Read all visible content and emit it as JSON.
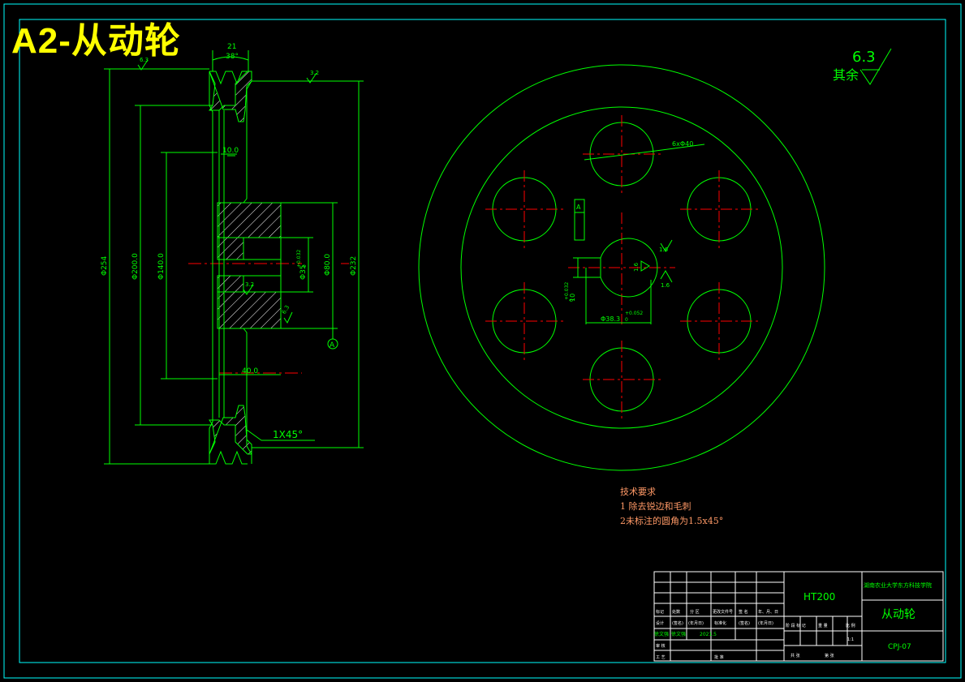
{
  "sheet": {
    "title": "A2-从动轮"
  },
  "side_view": {
    "top_roughness": "6.3",
    "flange_roughness": "3.2",
    "bore_roughness": "3.2",
    "hub_roughness": "6.3",
    "groove_width": "21",
    "groove_angle": "38°",
    "dim_groove_depth": "10.0",
    "dim_hub_length": "40.0",
    "dim_outer": "Φ254",
    "dim_groove_bottom": "Φ200.0",
    "dim_web": "Φ140.0",
    "dim_bore": "Φ35",
    "bore_tol": "+0.032",
    "bore_tol_low": "0",
    "dim_hub": "Φ80.0",
    "dim_pitch": "Φ232",
    "chamfer": "1X45°",
    "datum": "A"
  },
  "front_view": {
    "holes_callout": "6xΦ40",
    "datum_frame": "A",
    "keyway_width": "10",
    "keyway_tol": "+0.032",
    "keyway_tol_low": "0",
    "keyway_depth": "Φ38.3",
    "keyway_depth_tol": "+0.052",
    "keyway_depth_tol_low": "0",
    "roughness_1": "1.6",
    "roughness_2": "1.6",
    "roughness_3": "1.6"
  },
  "general_roughness": {
    "label": "其余",
    "value": "6.3"
  },
  "notes": {
    "heading": "技术要求",
    "line1": "1 除去锐边和毛刺",
    "line2": "2未标注的圆角为1.5x45°"
  },
  "title_block": {
    "material": "HT200",
    "school": "湖南农业大学东方科技学院",
    "part_name": "从动轮",
    "drawing_no": "CPJ-07",
    "scale": "1:1",
    "row_labels": [
      "标记",
      "处数",
      "分 区",
      "更改文件号",
      "签 名",
      "年、月、日"
    ],
    "row_labels2": [
      "设计",
      "(签名)",
      "(年月日)",
      "标准化",
      "(签名)",
      "(年月日)"
    ],
    "right_labels": [
      "阶 段 标 记",
      "重 量",
      "比 例"
    ],
    "bottom_labels": [
      "共 张",
      "第 张"
    ],
    "left_labels": [
      "审 核",
      "工 艺",
      "批 准"
    ],
    "designer": "徐文强",
    "checker": "徐文强",
    "date": "2021.5"
  },
  "colors": {
    "frame": "#00ffff",
    "outline": "#00ff00",
    "center": "#ff0000",
    "text": "#00ff00",
    "title": "#ffff00",
    "notes": "#ff9966",
    "hatch": "#ffffff"
  }
}
